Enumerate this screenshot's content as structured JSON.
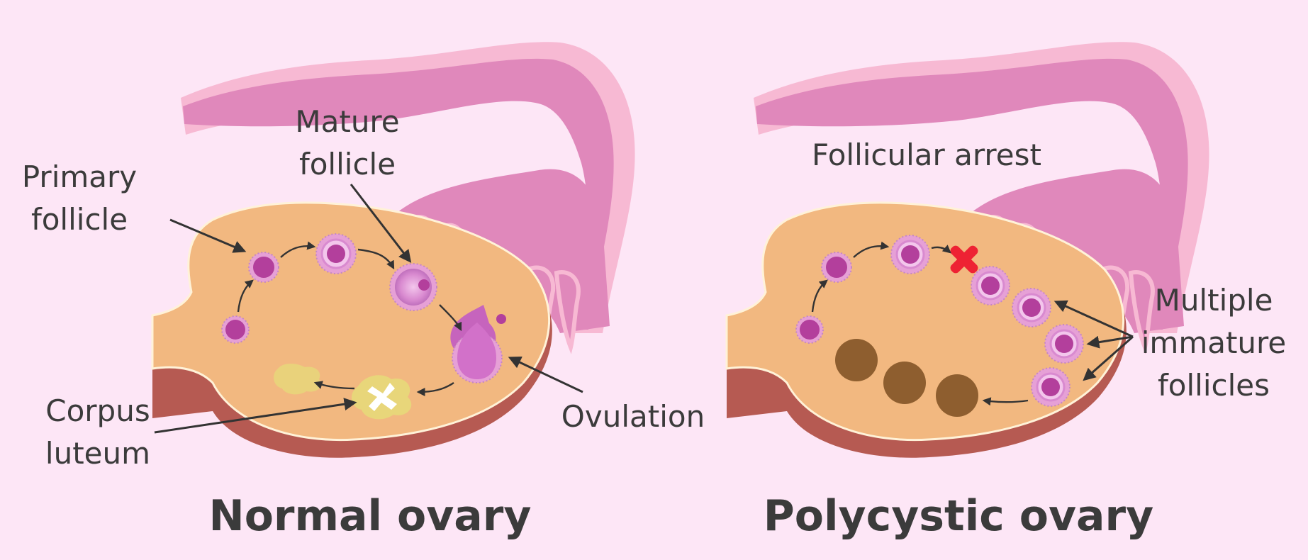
{
  "normal": {
    "title": "Normal ovary",
    "labels": {
      "primary_line1": "Primary",
      "primary_line2": "follicle",
      "mature_line1": "Mature",
      "mature_line2": "follicle",
      "corpus_line1": "Corpus",
      "corpus_line2": "luteum",
      "ovulation": "Ovulation"
    }
  },
  "polycystic": {
    "title": "Polycystic ovary",
    "labels": {
      "arrest": "Follicular arrest",
      "multiple_line1": "Multiple",
      "multiple_line2": "immature",
      "multiple_line3": "follicles"
    }
  },
  "colors": {
    "background": "#fde6f6",
    "ovary": "#f2b880",
    "ovary_shadow": "#b65a52",
    "tube": "#e088bb",
    "tube_edge": "#f7b9d3",
    "follicle": "#b33f9c",
    "corpus_luteum": "#e8d67a",
    "atretic_follicle": "#8e5e2f",
    "arrest_mark": "#ee2233",
    "text": "#3b3b3b"
  }
}
